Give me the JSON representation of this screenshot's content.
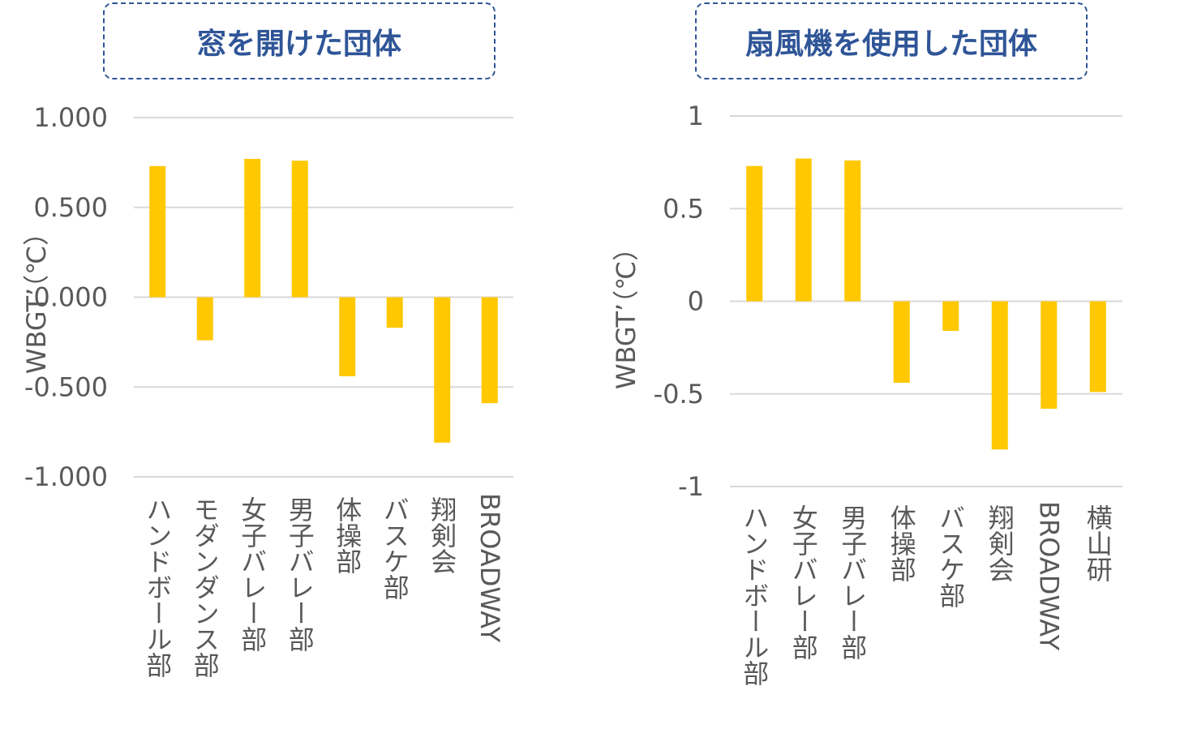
{
  "chart_data": [
    {
      "type": "bar",
      "title": "窓を開けた団体",
      "ylabel": "WBGT’（℃）",
      "ylim": [
        -1,
        1
      ],
      "yticks": [
        "-1.000",
        "-0.500",
        "0.000",
        "0.500",
        "1.000"
      ],
      "ytick_values": [
        -1,
        -0.5,
        0,
        0.5,
        1
      ],
      "categories": [
        "ハンドボール部",
        "モダンダンス部",
        "女子バレー部",
        "男子バレー部",
        "体操部",
        "バスケ部",
        "翔剣会",
        "BROADWAY"
      ],
      "values": [
        0.73,
        -0.24,
        0.77,
        0.76,
        -0.44,
        -0.17,
        -0.81,
        -0.59
      ],
      "color": "#ffc800",
      "grid": true
    },
    {
      "type": "bar",
      "title": "扇風機を使用した団体",
      "ylabel": "WBGT’（℃）",
      "ylim": [
        -1,
        1
      ],
      "yticks": [
        "-1",
        "-0.5",
        "0",
        "0.5",
        "1"
      ],
      "ytick_values": [
        -1,
        -0.5,
        0,
        0.5,
        1
      ],
      "categories": [
        "ハンドボール部",
        "女子バレー部",
        "男子バレー部",
        "体操部",
        "バスケ部",
        "翔剣会",
        "BROADWAY",
        "横山研"
      ],
      "values": [
        0.73,
        0.77,
        0.76,
        -0.44,
        -0.16,
        -0.8,
        -0.58,
        -0.49
      ],
      "color": "#ffc800",
      "grid": true
    }
  ]
}
